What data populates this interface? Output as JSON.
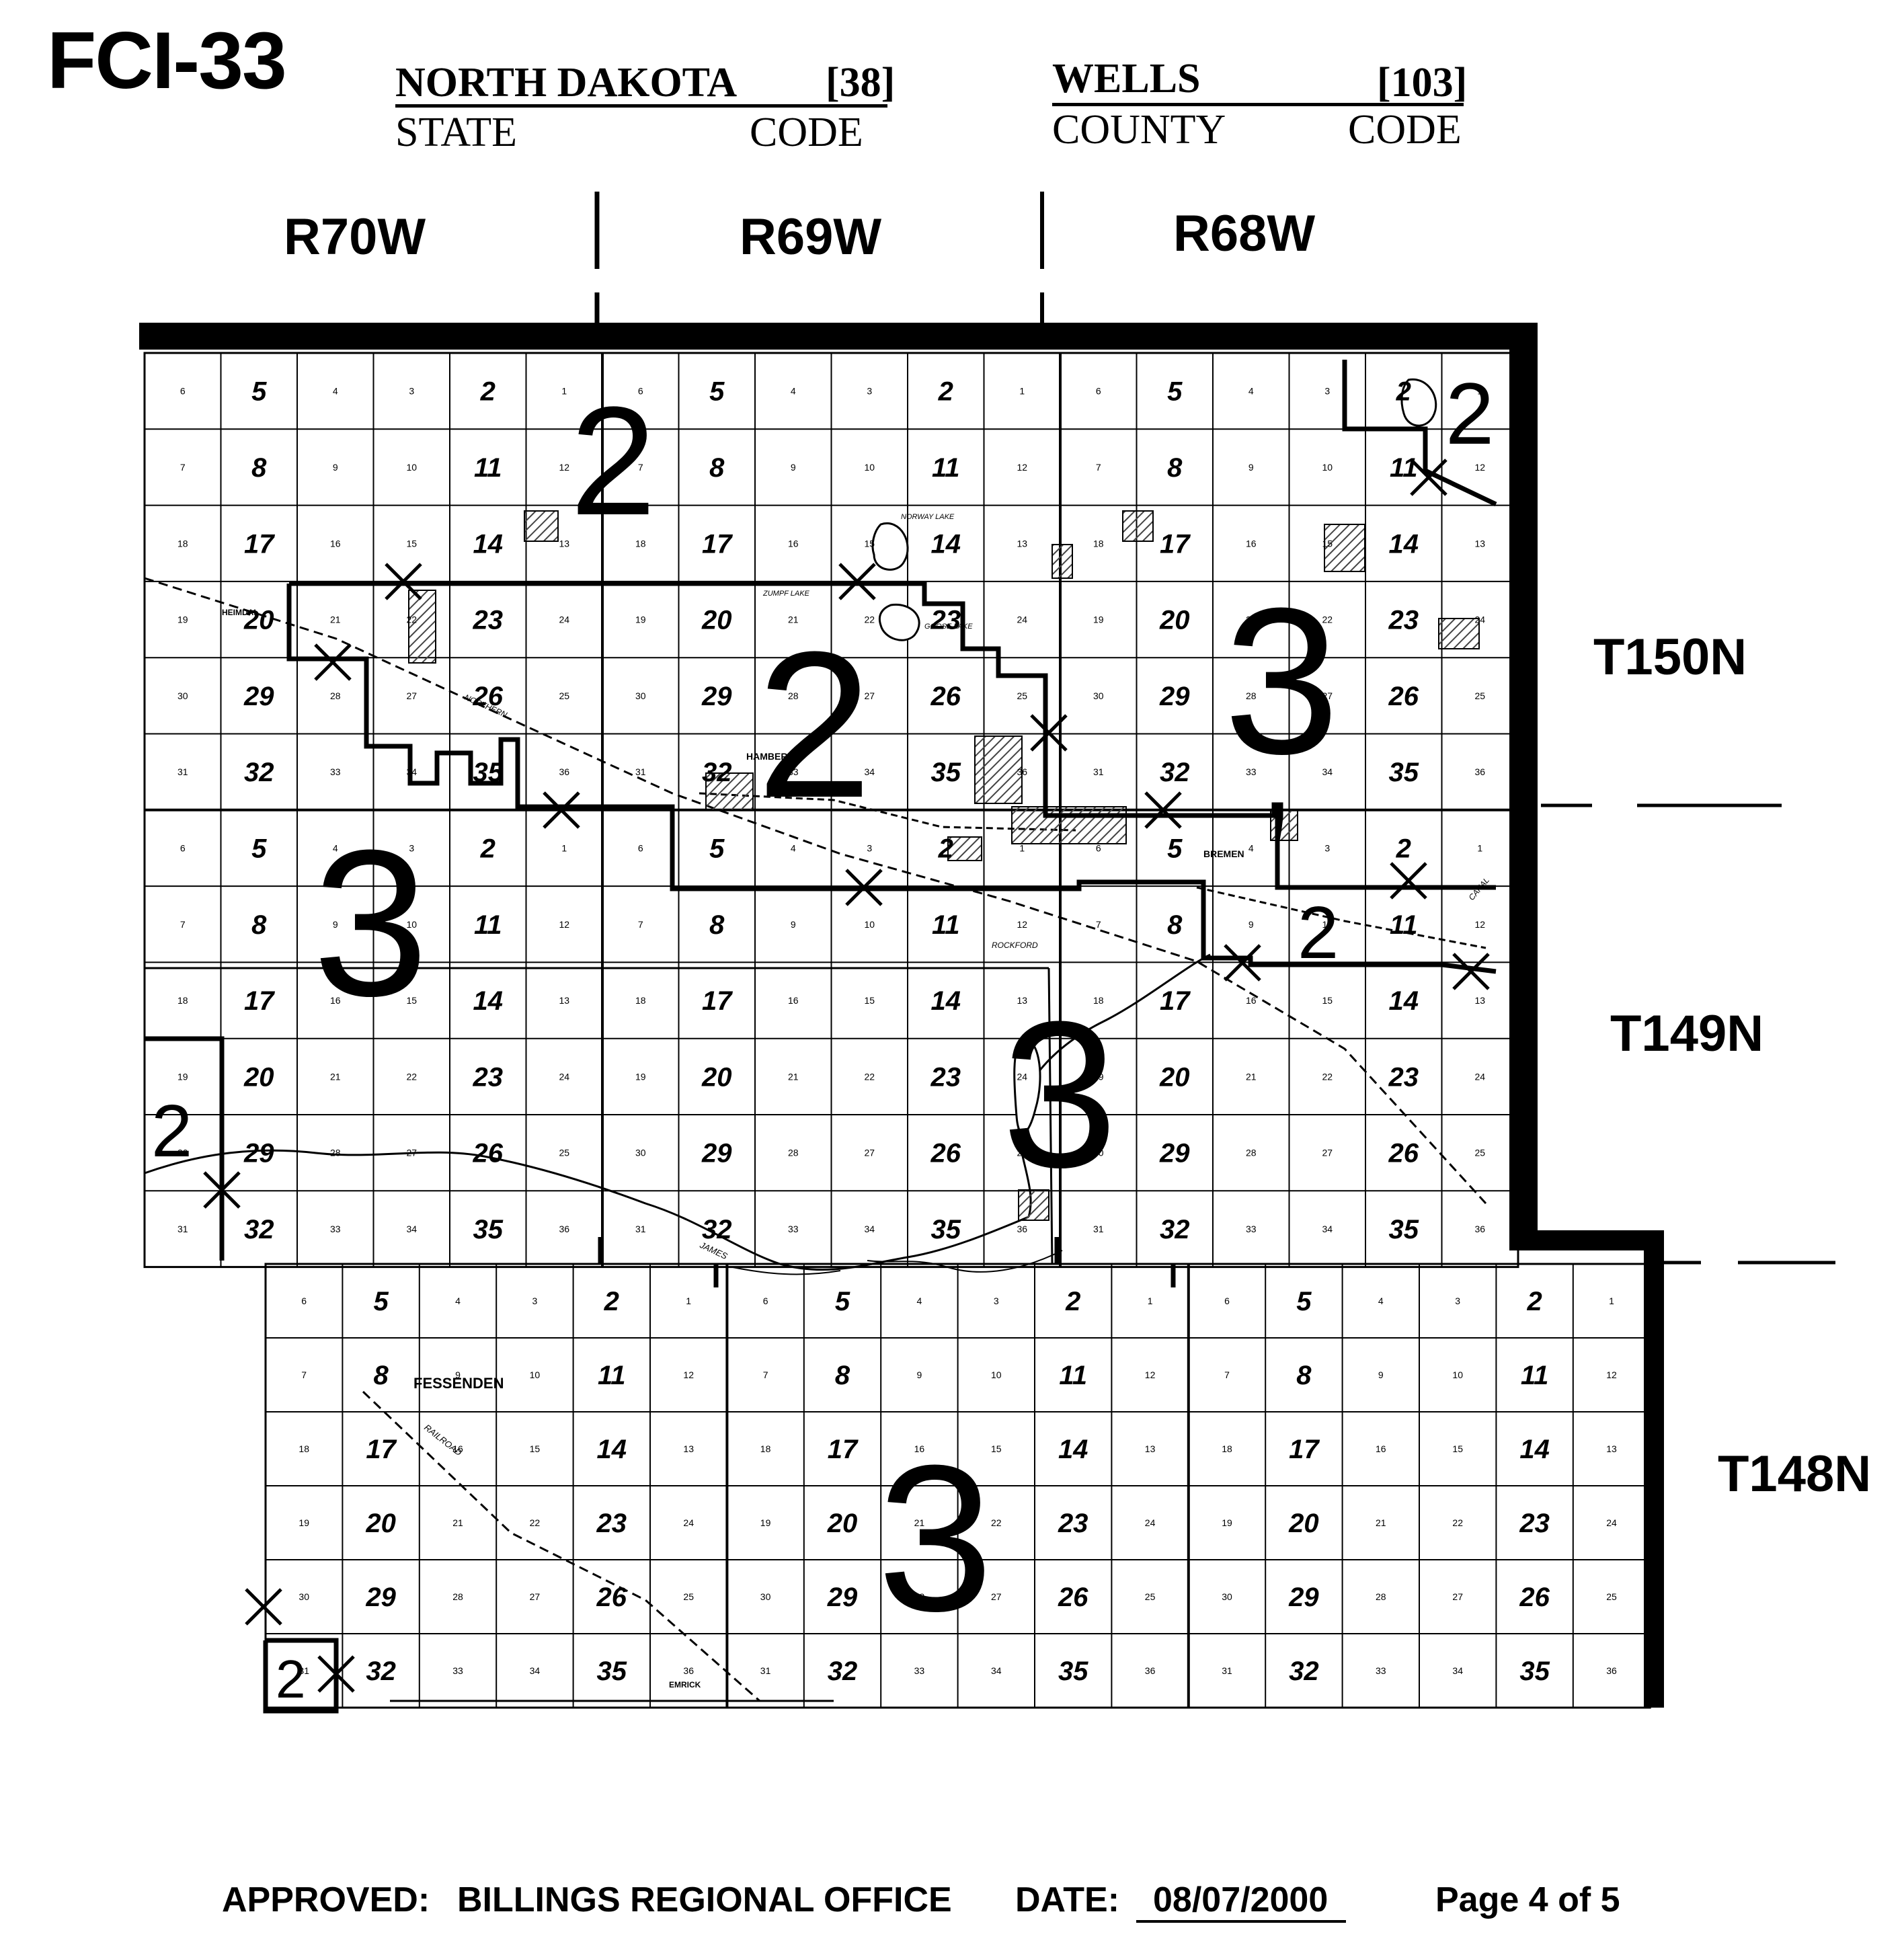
{
  "form_id": "FCI-33",
  "header": {
    "state_name": "NORTH DAKOTA",
    "state_code": "[38]",
    "state_label": "STATE",
    "state_code_label": "CODE",
    "county_name": "WELLS",
    "county_code": "[103]",
    "county_label": "COUNTY",
    "county_code_label": "CODE"
  },
  "ranges": [
    "R70W",
    "R69W",
    "R68W"
  ],
  "townships": [
    "T150N",
    "T149N",
    "T148N"
  ],
  "place_names": {
    "fessenden": "FESSENDEN",
    "hamberg": "HAMBERG",
    "bremen": "BREMEN",
    "emrick": "EMRICK",
    "rockford": "ROCKFORD",
    "heimdal": "HEIMDAL",
    "norway_lake": "NORWAY LAKE",
    "zumpf_lake": "ZUMPF LAKE",
    "goose_lake": "GOOSE LAKE",
    "northern": "NORTHERN",
    "railroad": "RAILROAD",
    "james": "JAMES",
    "canal": "CANAL"
  },
  "zone_labels": {
    "zone_2": "2",
    "zone_3": "3"
  },
  "colors": {
    "ink": "#000000",
    "paper": "#ffffff",
    "hatch": "#555555"
  },
  "footer": {
    "approved_label": "APPROVED:",
    "approved_by": "BILLINGS REGIONAL  OFFICE",
    "date_label": "DATE:",
    "date_value": "08/07/2000",
    "page": "Page 4 of 5"
  }
}
